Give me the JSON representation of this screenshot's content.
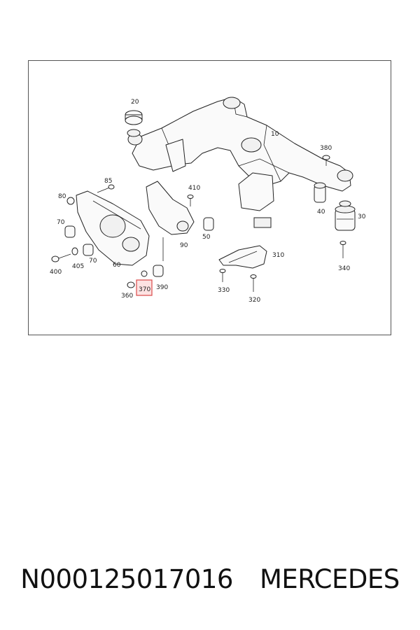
{
  "callouts": {
    "c20": "20",
    "c10": "10",
    "c380": "380",
    "c85": "85",
    "c80": "80",
    "c410": "410",
    "c70a": "70",
    "c50": "50",
    "c90": "90",
    "c40": "40",
    "c30": "30",
    "c400": "400",
    "c405": "405",
    "c70b": "70",
    "c60": "60",
    "c310": "310",
    "c340": "340",
    "c360": "360",
    "c370": "370",
    "c390": "390",
    "c330": "330",
    "c320": "320"
  },
  "highlighted_callout": "370",
  "caption": {
    "part_number": "N000125017016",
    "brand": "MERCEDES"
  },
  "colors": {
    "highlight_border": "#d94a4a",
    "highlight_fill": "#fde2e2",
    "line": "#222222"
  }
}
